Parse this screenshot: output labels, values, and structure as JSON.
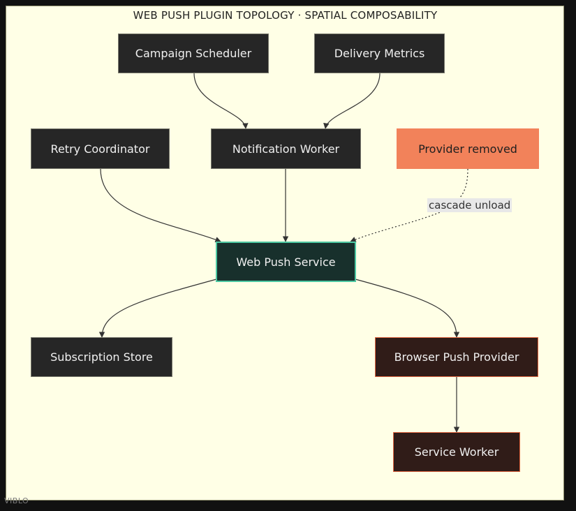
{
  "title": "WEB PUSH PLUGIN TOPOLOGY · SPATIAL COMPOSABILITY",
  "nodes": {
    "campaign_scheduler": "Campaign Scheduler",
    "delivery_metrics": "Delivery Metrics",
    "retry_coordinator": "Retry Coordinator",
    "notification_worker": "Notification Worker",
    "provider_removed": "Provider removed",
    "web_push_service": "Web Push Service",
    "subscription_store": "Subscription Store",
    "browser_push_provider": "Browser Push Provider",
    "service_worker": "Service Worker"
  },
  "edge_labels": {
    "cascade_unload": "cascade unload"
  },
  "watermark": "VIBLO",
  "colors": {
    "canvas": "#ffffe6",
    "node_fill": "#262626",
    "service_border": "#4ec9a3",
    "provider_border": "#e0643f",
    "removed_fill": "#f2825a"
  }
}
